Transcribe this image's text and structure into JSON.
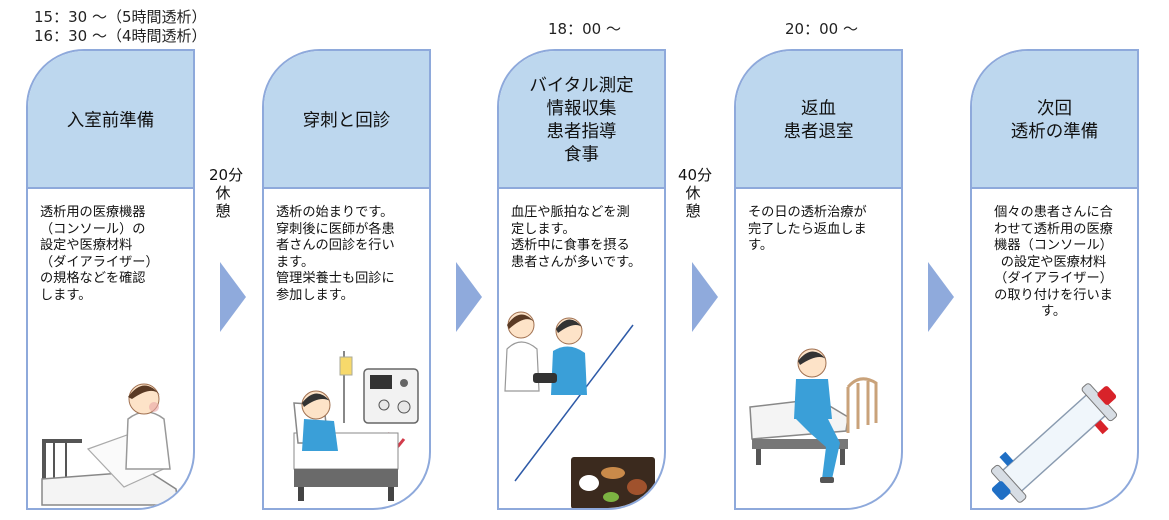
{
  "times": {
    "start": "15：30 ～（5時間透析）\n16：30 ～（4時間透析）",
    "t3": "18：00 ～",
    "t4": "20：00 ～"
  },
  "rests": {
    "r1": "20分\n休\n憩",
    "r2": "40分\n休\n憩"
  },
  "steps": [
    {
      "title": "入室前準備",
      "body": "透析用の医療機器\n（コンソール）の\n設定や医療材料\n（ダイアライザー）\nの規格などを確認\nします。"
    },
    {
      "title": "穿刺と回診",
      "body": "透析の始まりです。\n穿刺後に医師が各患\n者さんの回診を行い\nます。\n管理栄養士も回診に\n参加します。"
    },
    {
      "title": "バイタル測定\n情報収集\n患者指導\n食事",
      "body": "血圧や脈拍などを測\n定します。\n透析中に食事を摂る\n患者さんが多いです。"
    },
    {
      "title": "返血\n患者退室",
      "body": "その日の透析治療が\n完了したら返血しま\nす。"
    },
    {
      "title": "次回\n透析の準備",
      "body": "個々の患者さんに合\nわせて透析用の医療\n機器（コンソール）\nの設定や医療材料\n（ダイアライザー）\nの取り付けを行いま\nす。"
    }
  ],
  "colors": {
    "border": "#8ea9db",
    "header": "#bdd7ee",
    "arrow": "#8faadc"
  }
}
